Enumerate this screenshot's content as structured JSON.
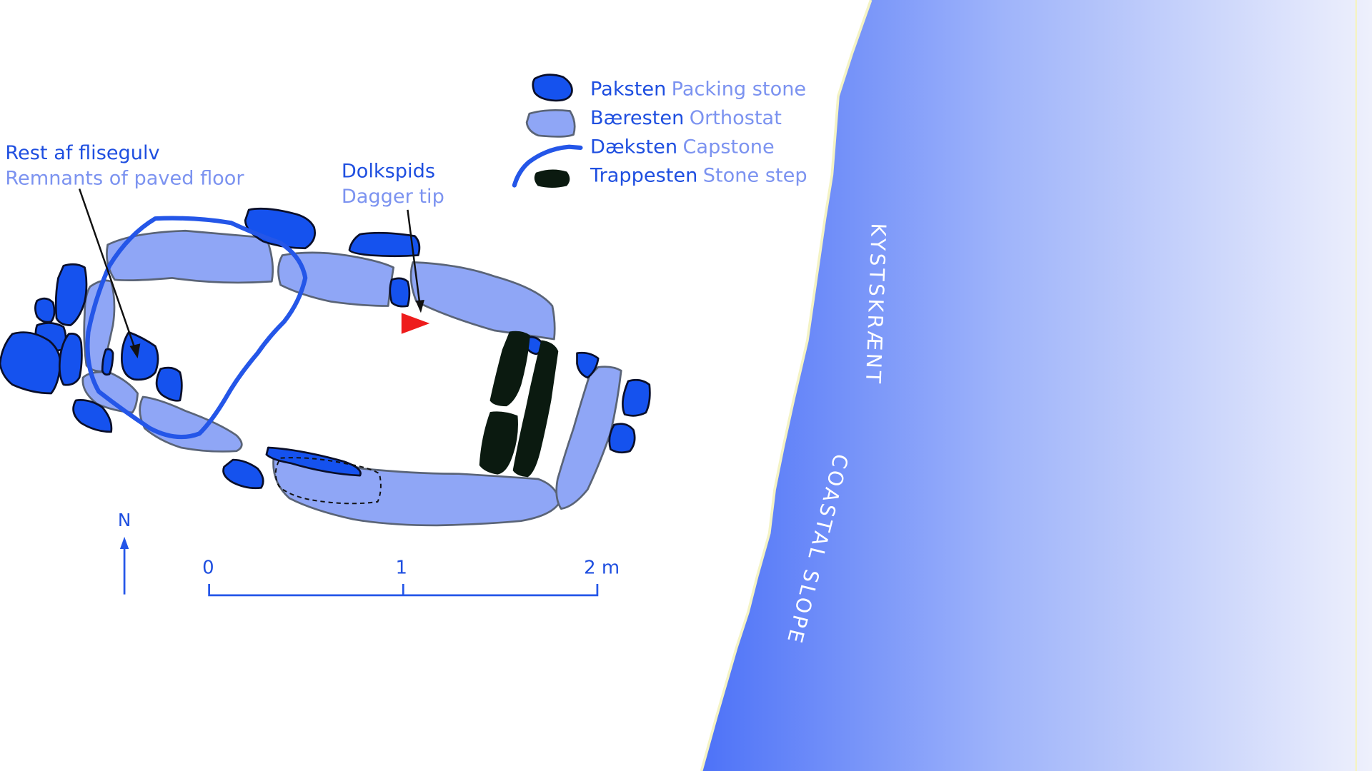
{
  "legend": [
    {
      "dk": "Paksten",
      "en": "Packing stone",
      "icon": "packing-stone-icon"
    },
    {
      "dk": "Bæresten",
      "en": "Orthostat",
      "icon": "orthostat-icon"
    },
    {
      "dk": "Dæksten",
      "en": "Capstone",
      "icon": "capstone-icon"
    },
    {
      "dk": "Trappesten",
      "en": "Stone step",
      "icon": "stone-step-icon"
    }
  ],
  "annotations": {
    "floor": {
      "dk": "Rest af flisegulv",
      "en": "Remnants of paved floor"
    },
    "dagger": {
      "dk": "Dolkspids",
      "en": "Dagger tip"
    }
  },
  "north": "N",
  "scale_bar": {
    "ticks": [
      "0",
      "1",
      "2 m"
    ]
  },
  "slope": {
    "dk": "KYSTSKRÆNT",
    "en": "COASTAL SLOPE"
  },
  "colors": {
    "packing_stone": "#1552ee",
    "orthostat": "#8fa6f6",
    "capstone": "#2456e8",
    "stone_step": "#0b1a10",
    "dagger_marker": "#ee1c1c",
    "text_dk": "#1f4fe0",
    "text_en": "#7c93f0",
    "slope_dark": "#4d72f8",
    "slope_light": "#eef0fc"
  }
}
